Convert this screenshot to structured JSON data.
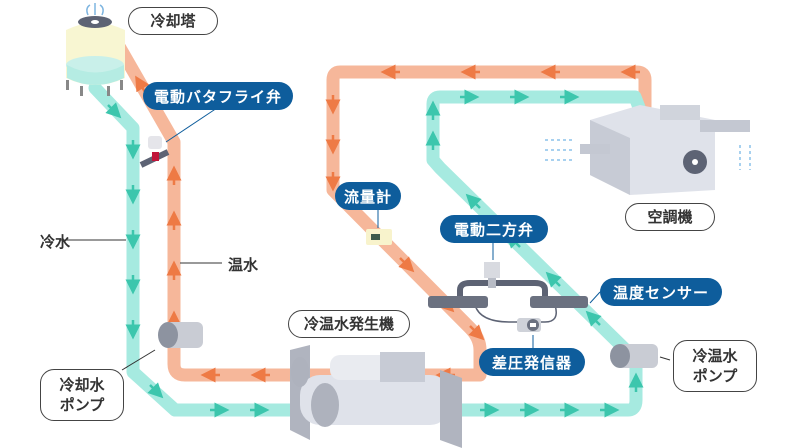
{
  "labels": {
    "cooling_tower": "冷却塔",
    "butterfly_valve": "電動バタフライ弁",
    "flow_meter": "流量計",
    "two_way_valve": "電動二方弁",
    "temp_sensor": "温度センサー",
    "diff_pressure": "差圧発信器",
    "chiller": "冷温水発生機",
    "cold_water": "冷水",
    "hot_water": "温水",
    "cooling_pump_line1": "冷却水",
    "cooling_pump_line2": "ポンプ",
    "chw_pump_line1": "冷温水",
    "chw_pump_line2": "ポンプ",
    "air_handler": "空調機"
  },
  "colors": {
    "cold_pipe": "#a6eae0",
    "cold_arrow": "#3cc6ad",
    "warm_pipe": "#f6b79a",
    "warm_arrow": "#ee7a45",
    "label_blue": "#0e5d9c"
  }
}
